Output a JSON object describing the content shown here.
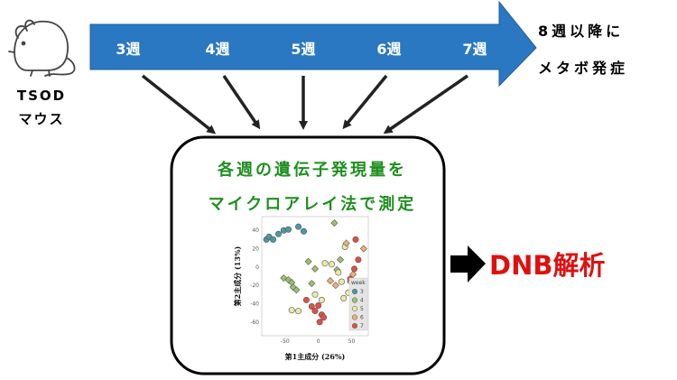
{
  "timeline": {
    "weeks": [
      "3週",
      "4週",
      "5週",
      "6週",
      "7週"
    ],
    "onset_line1": "8週以降に",
    "onset_line2": "メタボ発症"
  },
  "subject": {
    "line1": "TSOD",
    "line2": "マウス"
  },
  "box": {
    "line1": "各週の遺伝子発現量を",
    "line2": "マイクロアレイ法で測定"
  },
  "result": {
    "label": "DNB解析"
  },
  "colors": {
    "arrow_blue": "#2a78c2",
    "box_text_green": "#1e8f1e",
    "dnb_red": "#e01010"
  },
  "chart_data": {
    "type": "scatter",
    "xlabel": "第1主成分 (26%)",
    "ylabel": "第2主成分 (13%)",
    "xlim": [
      -85,
      75
    ],
    "ylim": [
      -75,
      55
    ],
    "xticks": [
      -50,
      0,
      50
    ],
    "yticks": [
      40,
      20,
      0,
      -20,
      -40,
      -60
    ],
    "legend_title": "week",
    "legend_position": "bottom-right",
    "series": [
      {
        "name": "3",
        "color": "#4c9aa0",
        "points": [
          [
            -78,
            30
          ],
          [
            -74,
            33
          ],
          [
            -68,
            30
          ],
          [
            -60,
            36
          ],
          [
            -52,
            40
          ],
          [
            -45,
            41
          ],
          [
            -30,
            44
          ],
          [
            -22,
            39
          ]
        ]
      },
      {
        "name": "4",
        "color": "#9ac46a",
        "points": [
          [
            -52,
            -12
          ],
          [
            -45,
            -14
          ],
          [
            -40,
            -17
          ],
          [
            -38,
            -22
          ],
          [
            -33,
            -25
          ],
          [
            -15,
            6
          ],
          [
            -5,
            -2
          ],
          [
            -10,
            -18
          ],
          [
            24,
            48
          ],
          [
            28,
            -3
          ],
          [
            33,
            8
          ]
        ]
      },
      {
        "name": "5",
        "color": "#ece9a8",
        "points": [
          [
            -40,
            -47
          ],
          [
            -30,
            -48
          ],
          [
            -5,
            -30
          ],
          [
            5,
            -36
          ],
          [
            10,
            4
          ],
          [
            20,
            3
          ],
          [
            30,
            -6
          ],
          [
            35,
            -16
          ],
          [
            38,
            -34
          ],
          [
            45,
            -28
          ],
          [
            40,
            22
          ]
        ]
      },
      {
        "name": "6",
        "color": "#f3b070",
        "points": [
          [
            18,
            -15
          ],
          [
            26,
            -20
          ],
          [
            42,
            26
          ],
          [
            48,
            -16
          ],
          [
            52,
            -8
          ],
          [
            58,
            -20
          ],
          [
            68,
            20
          ]
        ]
      },
      {
        "name": "7",
        "color": "#e05045",
        "points": [
          [
            -18,
            -36
          ],
          [
            -10,
            -43
          ],
          [
            -5,
            -48
          ],
          [
            0,
            -42
          ],
          [
            5,
            -52
          ],
          [
            2,
            -60
          ],
          [
            8,
            -55
          ],
          [
            48,
            -13
          ],
          [
            54,
            -2
          ],
          [
            60,
            8
          ],
          [
            56,
            30
          ]
        ]
      }
    ]
  }
}
